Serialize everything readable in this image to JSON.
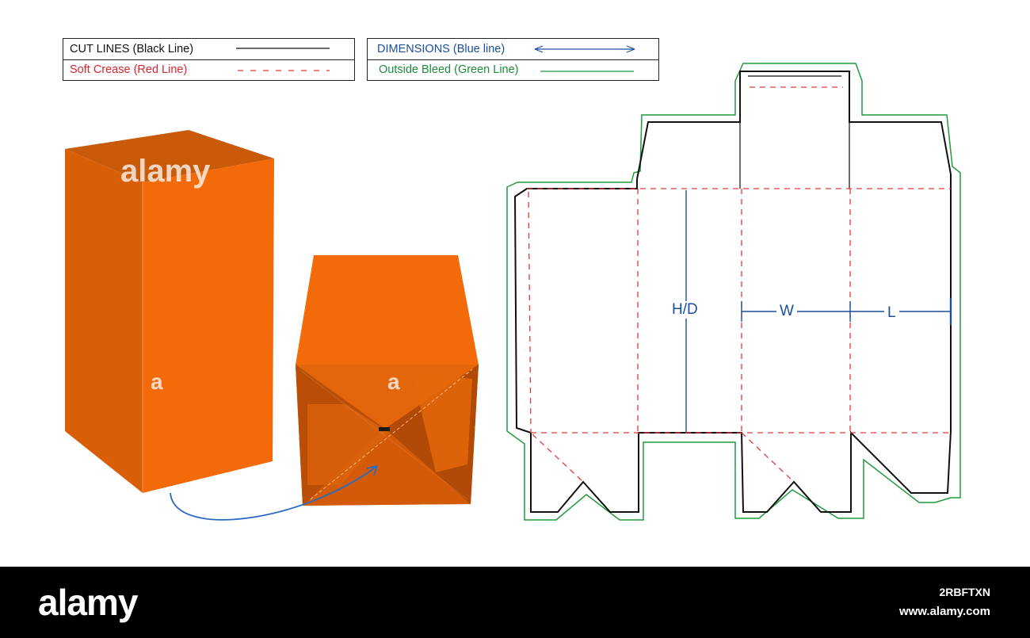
{
  "legend": {
    "cut_lines": "CUT LINES (Black Line)",
    "soft_crease": "Soft Crease (Red Line)",
    "dimensions": "DIMENSIONS (Blue line)",
    "outside_bleed": "Outside Bleed (Green Line)"
  },
  "dimensions": {
    "height_depth": "H/D",
    "width": "W",
    "length": "L"
  },
  "colors": {
    "cut": "#111111",
    "crease": "#e03a3a",
    "dimension": "#1b4f9c",
    "bleed": "#1e9c3c",
    "box_front": "#f26a0a",
    "box_side": "#d95e08",
    "box_top": "#c85a0a",
    "legend_red_text": "#d9262f",
    "legend_blue_text": "#1b4f9c",
    "legend_green_text": "#1e8c3c"
  },
  "watermark": {
    "main": "alamy",
    "small": "a"
  },
  "footer": {
    "logo": "alamy",
    "image_id": "2RBFTXN",
    "url": "www.alamy.com"
  }
}
